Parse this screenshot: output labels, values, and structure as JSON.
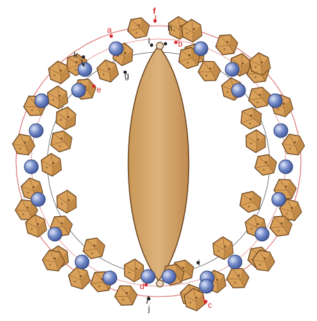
{
  "diagram": {
    "labels": {
      "a": "a",
      "b": "b",
      "c": "c",
      "d": "d",
      "e": "e",
      "f": "f",
      "g": "g",
      "h": "h",
      "i": "i",
      "j": "j",
      "k": "k",
      "l": "l"
    },
    "colors": {
      "bicone_fill": "#D9A05A",
      "bicone_dark": "#B07A3A",
      "bicone_stroke": "#6B4520",
      "pearl_fill": "#5C74B8",
      "pearl_light": "#C8D4F0",
      "pendant_fill": "#D2A56E",
      "pendant_stroke": "#6B4520",
      "thread_red": "#D23A3A",
      "thread_black": "#222222",
      "label_red": "#D9262A",
      "label_black": "#222222"
    },
    "icons": [
      "bicone-bead-icon",
      "round-pearl-icon",
      "oval-pendant-icon"
    ]
  }
}
